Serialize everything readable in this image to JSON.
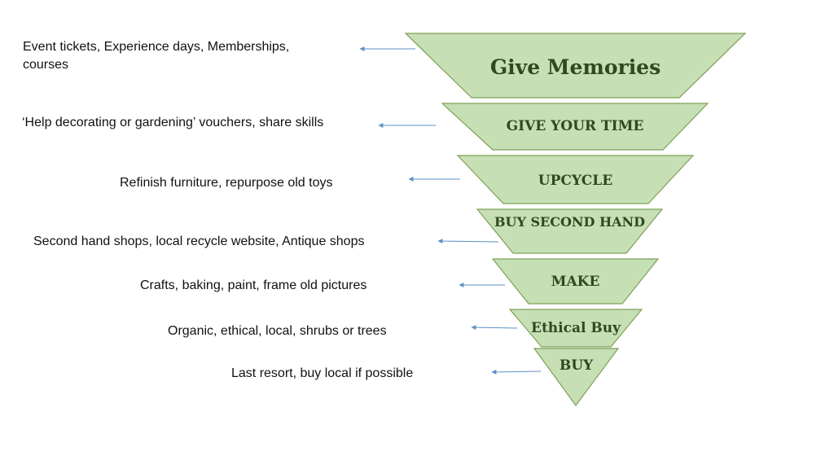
{
  "diagram": {
    "fill_color": "#c6dfb4",
    "stroke_color": "#7fa05a",
    "label_color": "#2f4a1e",
    "arrow_color": "#5b8fc9",
    "tiers": [
      {
        "label": "Give Memories",
        "note": "Event tickets, Experience days, Memberships, courses"
      },
      {
        "label": "GIVE YOUR TIME",
        "note": "‘Help decorating or gardening’ vouchers, share skills"
      },
      {
        "label": "UPCYCLE",
        "note": "Refinish furniture, repurpose old toys"
      },
      {
        "label": "BUY SECOND HAND",
        "note": "Second hand shops, local recycle website, Antique shops"
      },
      {
        "label": "MAKE",
        "note": "Crafts, baking, paint, frame old pictures"
      },
      {
        "label": "Ethical Buy",
        "note": "Organic, ethical, local, shrubs or trees"
      },
      {
        "label": "BUY",
        "note": "Last resort, buy local if possible"
      }
    ]
  }
}
